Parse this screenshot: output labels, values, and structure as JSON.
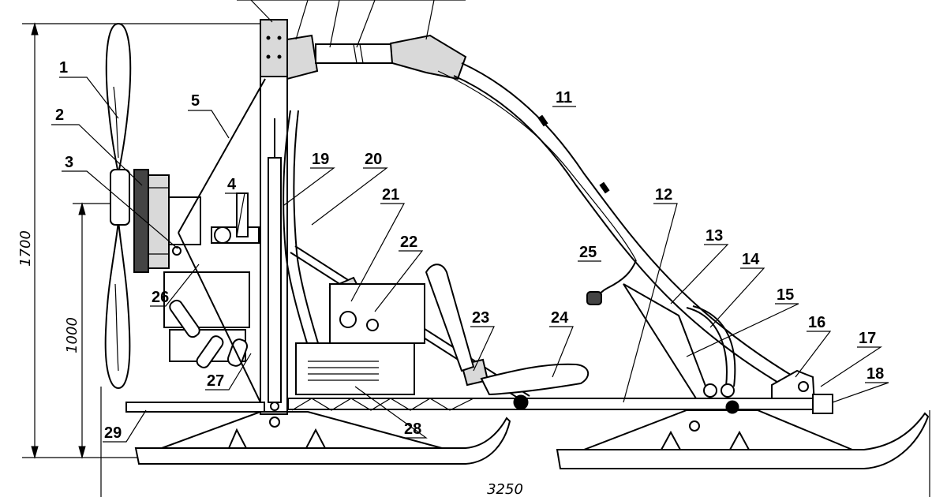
{
  "dimensions": {
    "overall_height": "1700",
    "seat_height": "1000",
    "overall_length": "3250"
  },
  "callouts": [
    "1",
    "2",
    "3",
    "4",
    "5",
    "11",
    "12",
    "13",
    "14",
    "15",
    "16",
    "17",
    "18",
    "19",
    "20",
    "21",
    "22",
    "23",
    "24",
    "25",
    "26",
    "27",
    "28",
    "29"
  ],
  "colors": {
    "ink": "#000000",
    "paper": "#ffffff",
    "shade": "#d9d9d9"
  }
}
